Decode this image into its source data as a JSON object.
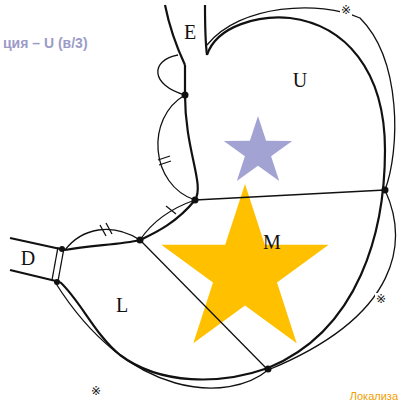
{
  "diagram": {
    "labels": [
      "ция – U (в/3)",
      "E",
      "U",
      "M",
      "D",
      "L",
      "※",
      "※",
      "※",
      "Локализа"
    ]
  }
}
